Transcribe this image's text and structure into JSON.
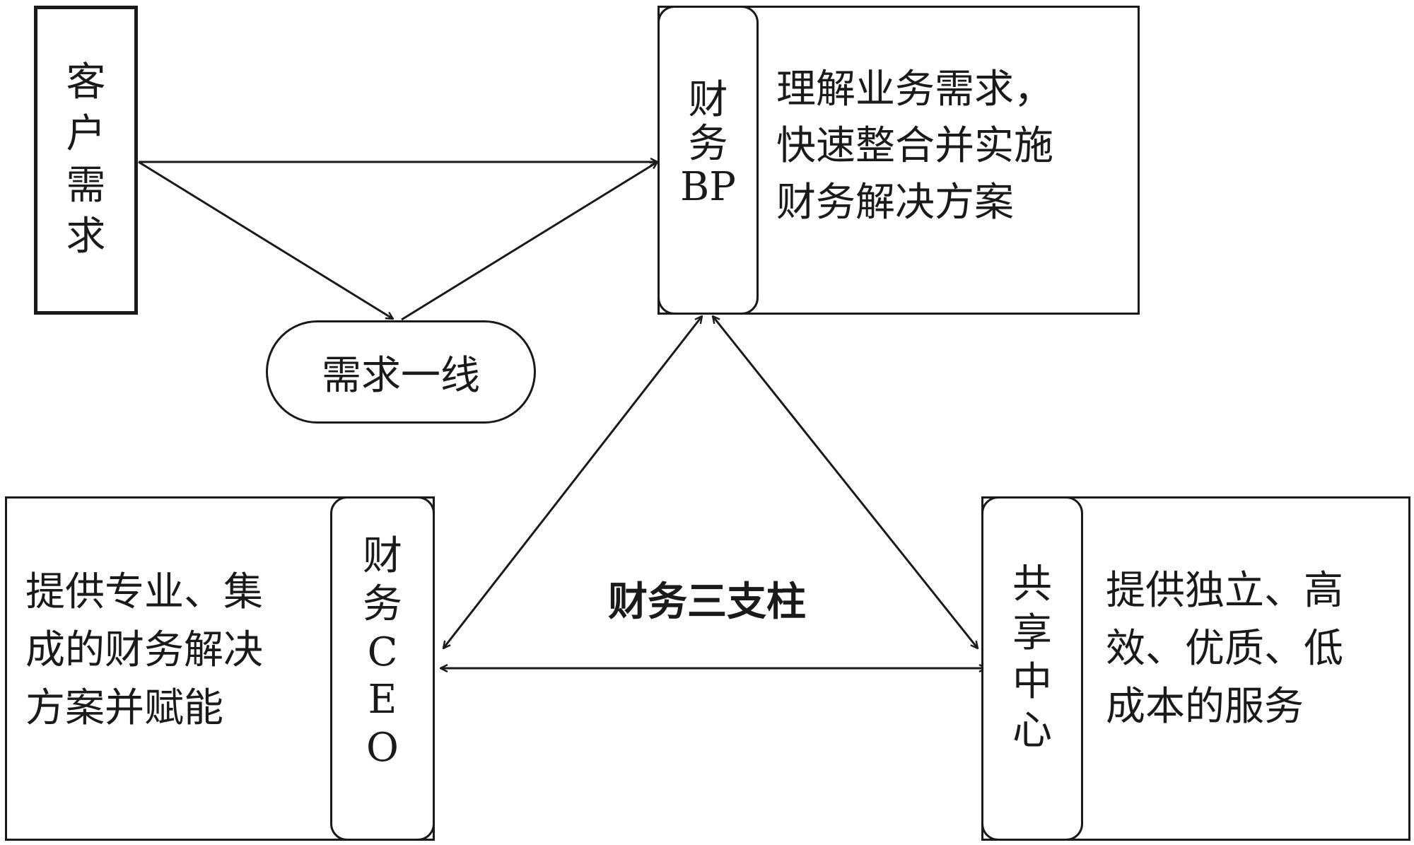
{
  "customer_demand": {
    "label": [
      "客",
      "户",
      "需",
      "求"
    ]
  },
  "frontline": {
    "label": "需求一线"
  },
  "finance_bp": {
    "tag": [
      "财",
      "务",
      "BP"
    ],
    "description": [
      "理解业务需求，",
      "快速整合并实施",
      "财务解决方案"
    ]
  },
  "finance_ceo": {
    "tag": [
      "财",
      "务",
      "C",
      "E",
      "O"
    ],
    "description": [
      "提供专业、集",
      "成的财务解决",
      "方案并赋能"
    ]
  },
  "shared_center": {
    "tag": [
      "共",
      "享",
      "中",
      "心"
    ],
    "description": [
      "提供独立、高",
      "效、优质、低",
      "成本的服务"
    ]
  },
  "center_title": "财务三支柱"
}
